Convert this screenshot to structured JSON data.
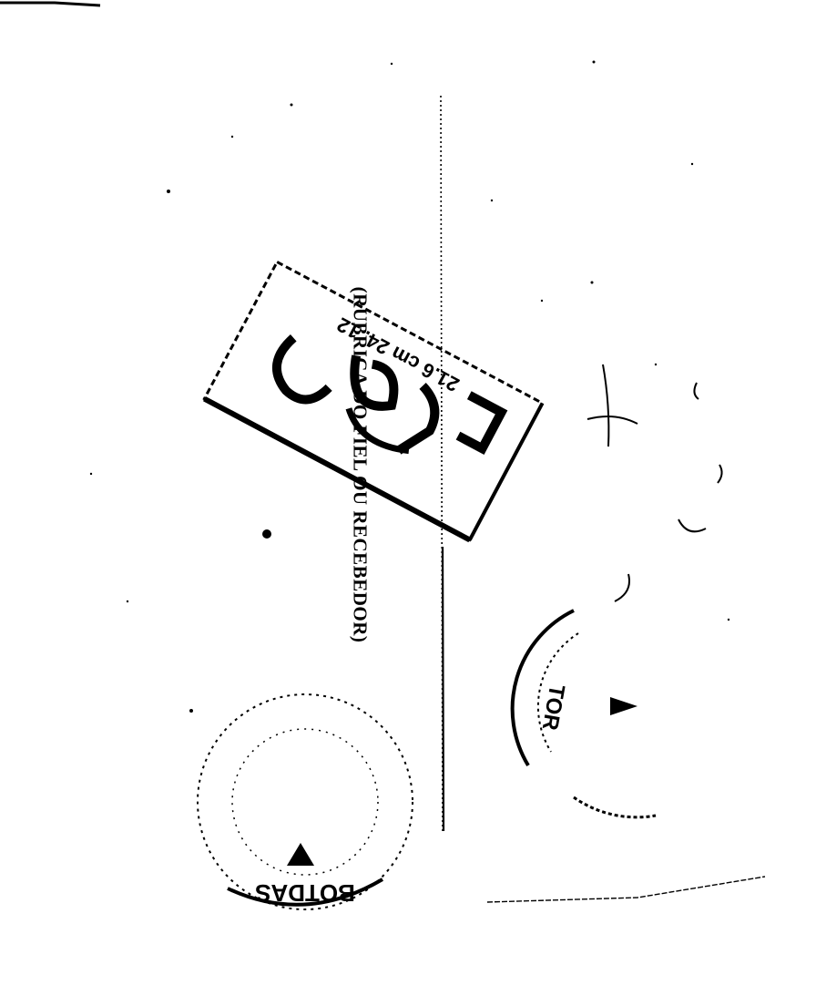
{
  "document": {
    "signature_caption": "(RUBRICA DO FIEL OU RECEBEDOR)"
  },
  "stamps": {
    "rectangular_stamp_text": "21.6 cm 24. 12",
    "round_stamp_left_text": "BOTDAS",
    "round_stamp_right_text": "TOR"
  },
  "colors": {
    "ink": "#000000",
    "paper": "#ffffff"
  }
}
